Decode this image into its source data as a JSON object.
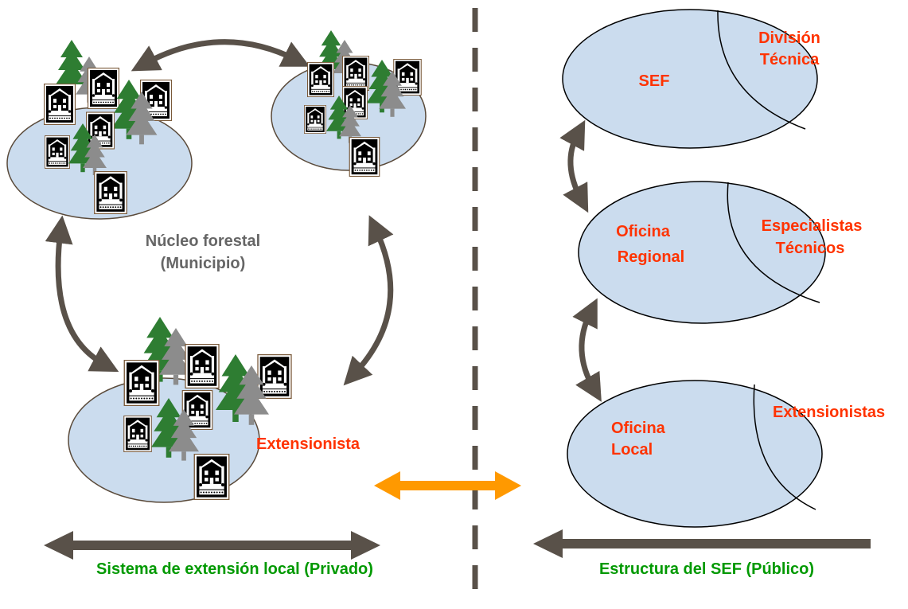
{
  "colors": {
    "ellipse_fill": "#cbdcee",
    "outline": "#5a4a3a",
    "arrow_dark": "#595149",
    "arrow_orange": "#ff9900",
    "text_red": "#ff3300",
    "text_gray": "#666666",
    "text_green": "#009900",
    "tree_green": "#2e7d32",
    "tree_gray": "#8c8c8c",
    "house_border": "#7a5a3a"
  },
  "left": {
    "nucleo_title": "Núcleo forestal",
    "nucleo_sub": "(Municipio)",
    "extensionista": "Extensionista",
    "footer": "Sistema de extensión local (Privado)"
  },
  "right": {
    "sef": "SEF",
    "division_1": "División",
    "division_2": "Técnica",
    "regional_1": "Oficina",
    "regional_2": "Regional",
    "especialistas_1": "Especialistas",
    "especialistas_2": "Técnicos",
    "local_1": "Oficina",
    "local_2": "Local",
    "extensionistas": "Extensionistas",
    "footer": "Estructura del SEF (Público)"
  },
  "icons": [
    "house-icon",
    "pine-tree-icon",
    "double-arrow-icon",
    "single-arrow-icon"
  ]
}
